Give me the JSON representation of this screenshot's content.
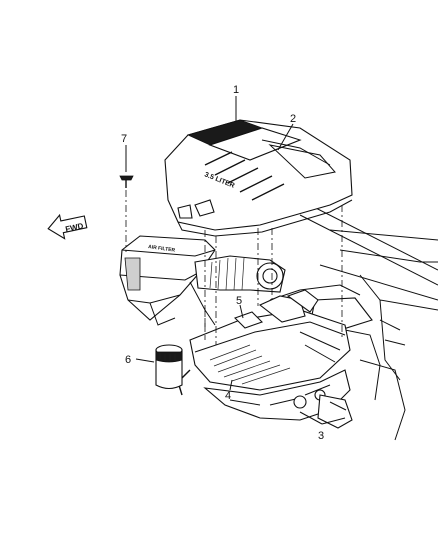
{
  "diagram": {
    "callouts": [
      {
        "id": "1",
        "label": "1"
      },
      {
        "id": "2",
        "label": "2"
      },
      {
        "id": "3",
        "label": "3"
      },
      {
        "id": "4",
        "label": "4"
      },
      {
        "id": "5",
        "label": "5"
      },
      {
        "id": "6",
        "label": "6"
      },
      {
        "id": "7",
        "label": "7"
      }
    ],
    "direction_arrow": {
      "label": "FWD"
    },
    "engine_cover_text": "3.5 LITER",
    "air_cleaner_text": "AIR FILTER"
  }
}
